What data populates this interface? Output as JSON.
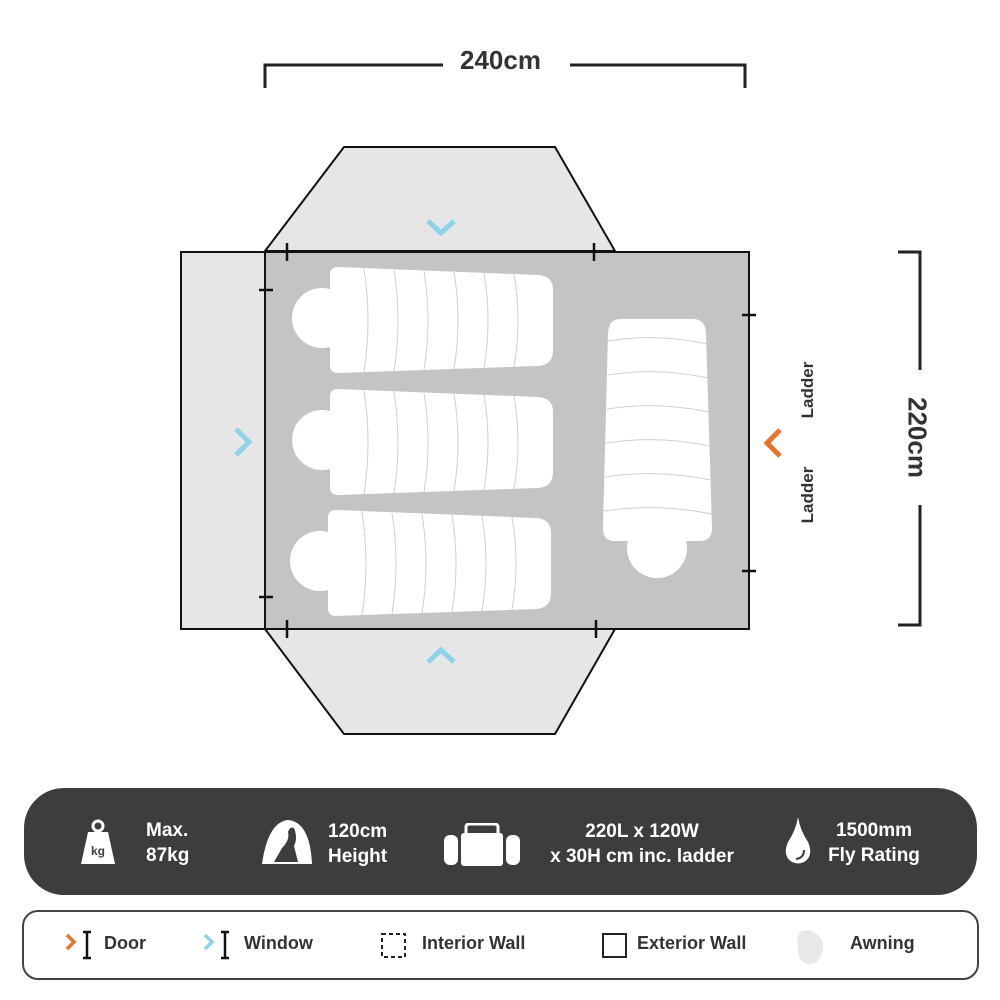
{
  "dimensions": {
    "width": "240cm",
    "depth": "220cm"
  },
  "labels": {
    "ladder_top": "Ladder",
    "ladder_bottom": "Ladder"
  },
  "specs": [
    {
      "icon": "weight-icon",
      "line1": "Max.",
      "line2": "87kg",
      "icon_text": "kg"
    },
    {
      "icon": "tent-height-icon",
      "line1": "120cm",
      "line2": "Height"
    },
    {
      "icon": "bag-icon",
      "line1": "220L x 120W",
      "line2": "x 30H cm inc. ladder"
    },
    {
      "icon": "water-drop-icon",
      "line1": "1500mm",
      "line2": "Fly Rating"
    }
  ],
  "legend": [
    {
      "icon": "door-icon",
      "label": "Door"
    },
    {
      "icon": "window-icon",
      "label": "Window"
    },
    {
      "icon": "interior-wall-icon",
      "label": "Interior Wall"
    },
    {
      "icon": "exterior-wall-icon",
      "label": "Exterior Wall"
    },
    {
      "icon": "awning-icon",
      "label": "Awning"
    }
  ],
  "colors": {
    "door": "#e8732a",
    "window": "#8dd3ea",
    "floor": "#c4c4c4",
    "awning": "#e6e6e6",
    "spec_bg": "#3d3d3d"
  }
}
